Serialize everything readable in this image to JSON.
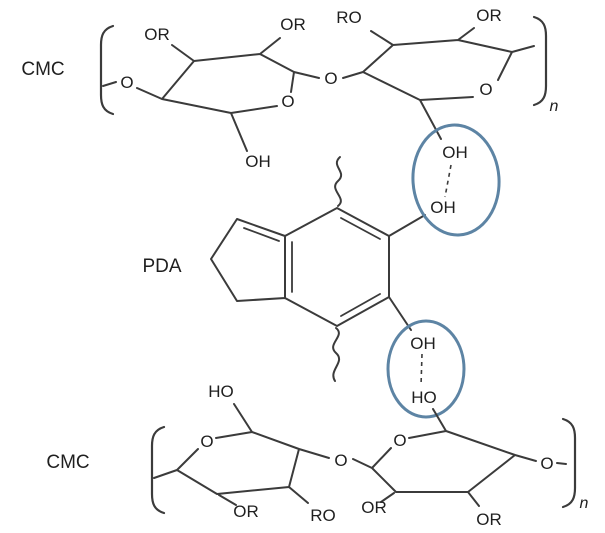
{
  "figure": {
    "kind": "chemical structure diagram of hydrogen bonding between CMC chains and PDA",
    "labels": {
      "cmc_top": "CMC",
      "pda": "PDA",
      "cmc_bottom": "CMC",
      "n_top": "n",
      "n_bottom": "n"
    },
    "top_chain": {
      "or_1": "OR",
      "or_2": "OR",
      "ro_3": "RO",
      "or_4": "OR",
      "o_ether": "O",
      "o_ring_1": "O",
      "o_glycosidic": "O",
      "o_ring_2": "O",
      "oh_1": "OH",
      "oh_2": "OH"
    },
    "pda": {
      "oh_top": "OH",
      "oh_bottom": "OH"
    },
    "bottom_chain": {
      "ho_1": "HO",
      "ho_2": "HO",
      "o_ring_1": "O",
      "o_glycosidic": "O",
      "o_ring_2": "O",
      "o_ether": "O",
      "or_1": "OR",
      "ro_2": "RO",
      "or_3": "OR",
      "or_4": "OR"
    },
    "colors": {
      "bond": "#3b3b3b",
      "highlight_ellipse": "#5d84a4"
    }
  }
}
